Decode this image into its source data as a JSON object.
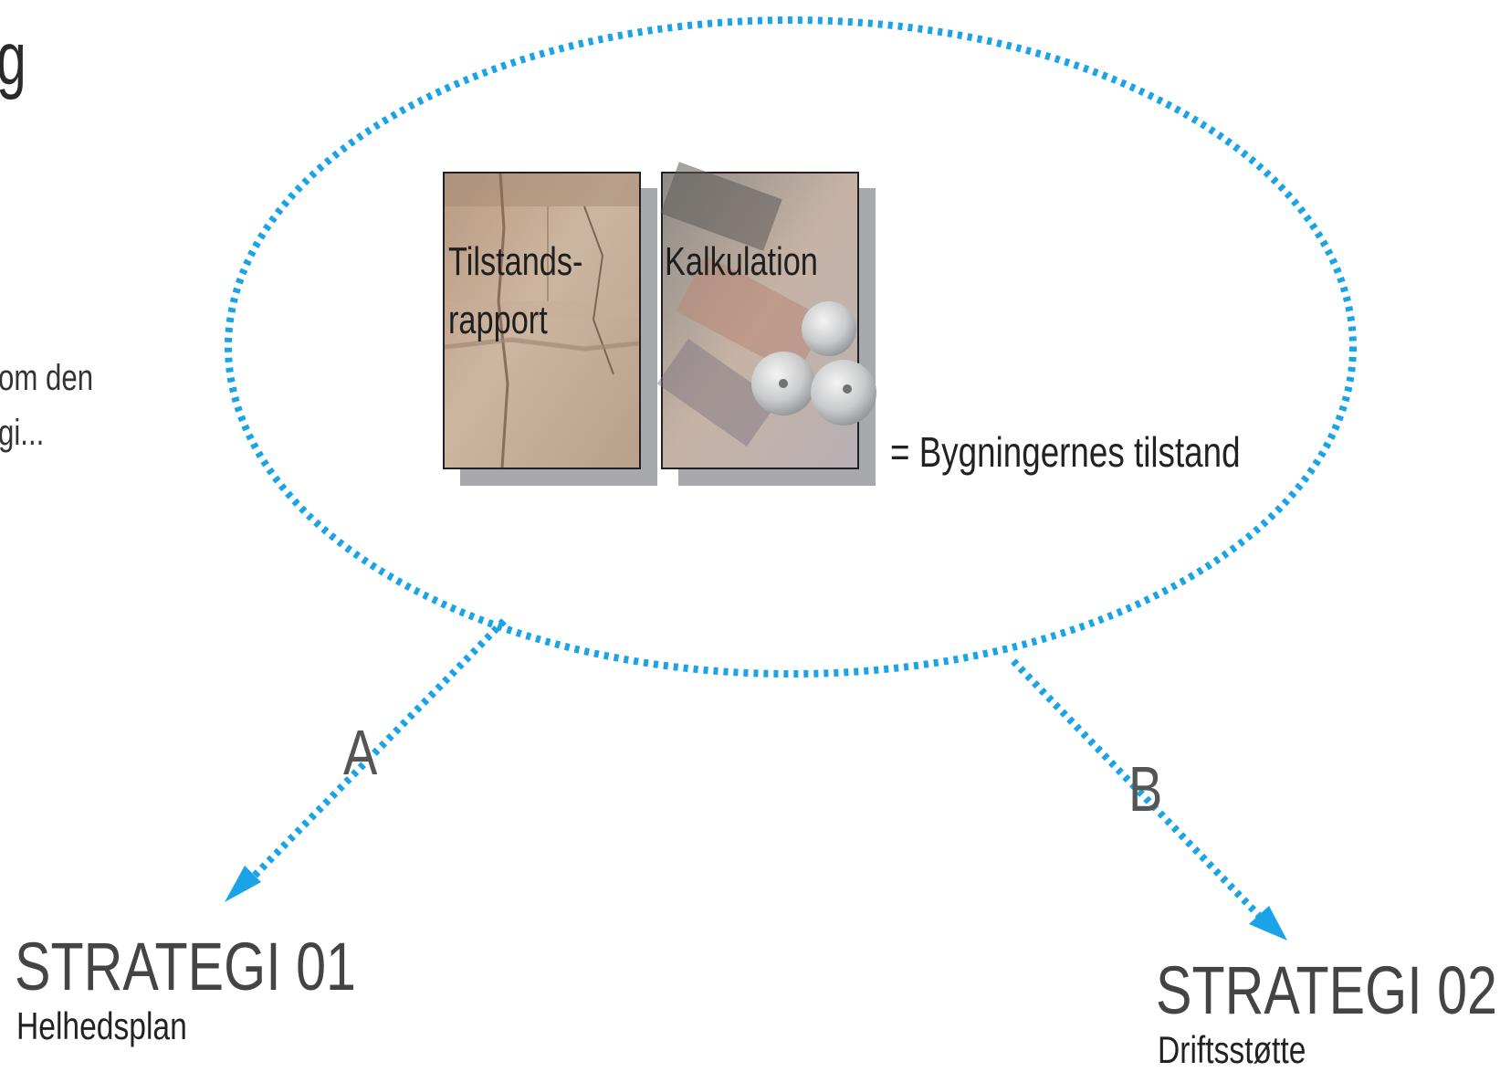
{
  "heading_fragment": "g",
  "intro_text": {
    "line1": "om den",
    "line2": "gi..."
  },
  "cards": [
    {
      "label_line1": "Tilstands-",
      "label_line2": "rapport",
      "image": "cracked-wall-photo"
    },
    {
      "label_line1": "Kalkulation",
      "label_line2": "",
      "image": "money-banknotes-coins-photo"
    }
  ],
  "equation": "= Bygningernes tilstand",
  "branches": [
    {
      "letter": "A",
      "title": "STRATEGI 01",
      "subtitle": "Helhedsplan"
    },
    {
      "letter": "B",
      "title": "STRATEGI 02",
      "subtitle": "Driftsstøtte"
    }
  ],
  "colors": {
    "dotted_accent": "#1aa3e6",
    "card_shadow": "#a7a9ac",
    "text_dark": "#222222",
    "text_gray": "#555555"
  }
}
